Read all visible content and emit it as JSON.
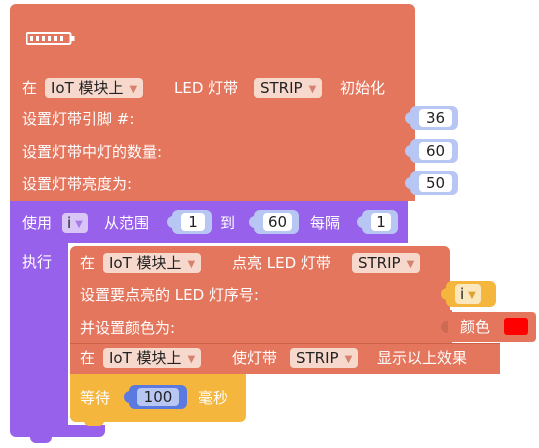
{
  "init_block": {
    "prefix": "在",
    "module_dropdown": "IoT 模块上",
    "led_label": "LED 灯带",
    "strip_dropdown": "STRIP",
    "suffix": "初始化",
    "pin_label": "设置灯带引脚 #:",
    "pin_value": "36",
    "count_label": "设置灯带中灯的数量:",
    "count_value": "60",
    "brightness_label": "设置灯带亮度为:",
    "brightness_value": "50",
    "icon": "led-strip-icon"
  },
  "loop_block": {
    "use_label": "使用",
    "var_dropdown": "i",
    "from_label": "从范围",
    "from_value": "1",
    "to_label": "到",
    "to_value": "60",
    "step_label": "每隔",
    "step_value": "1",
    "do_label": "执行"
  },
  "light_block": {
    "prefix": "在",
    "module_dropdown": "IoT 模块上",
    "action_label": "点亮 LED 灯带",
    "strip_dropdown": "STRIP",
    "index_label": "设置要点亮的 LED 灯序号:",
    "index_var": "i",
    "color_label": "并设置颜色为:",
    "color_block_label": "颜色",
    "color_value": "#ff0000"
  },
  "show_block": {
    "prefix": "在",
    "module_dropdown": "IoT 模块上",
    "action_label": "使灯带",
    "strip_dropdown": "STRIP",
    "suffix": "显示以上效果"
  },
  "wait_block": {
    "label": "等待",
    "value": "100",
    "unit": "毫秒"
  },
  "colors": {
    "led_block": "#e4765d",
    "loop_block": "#9861eb",
    "time_block": "#f4b63d",
    "number_block": "#b8c6f3",
    "dropdown_bg": "#f7d8cd"
  }
}
